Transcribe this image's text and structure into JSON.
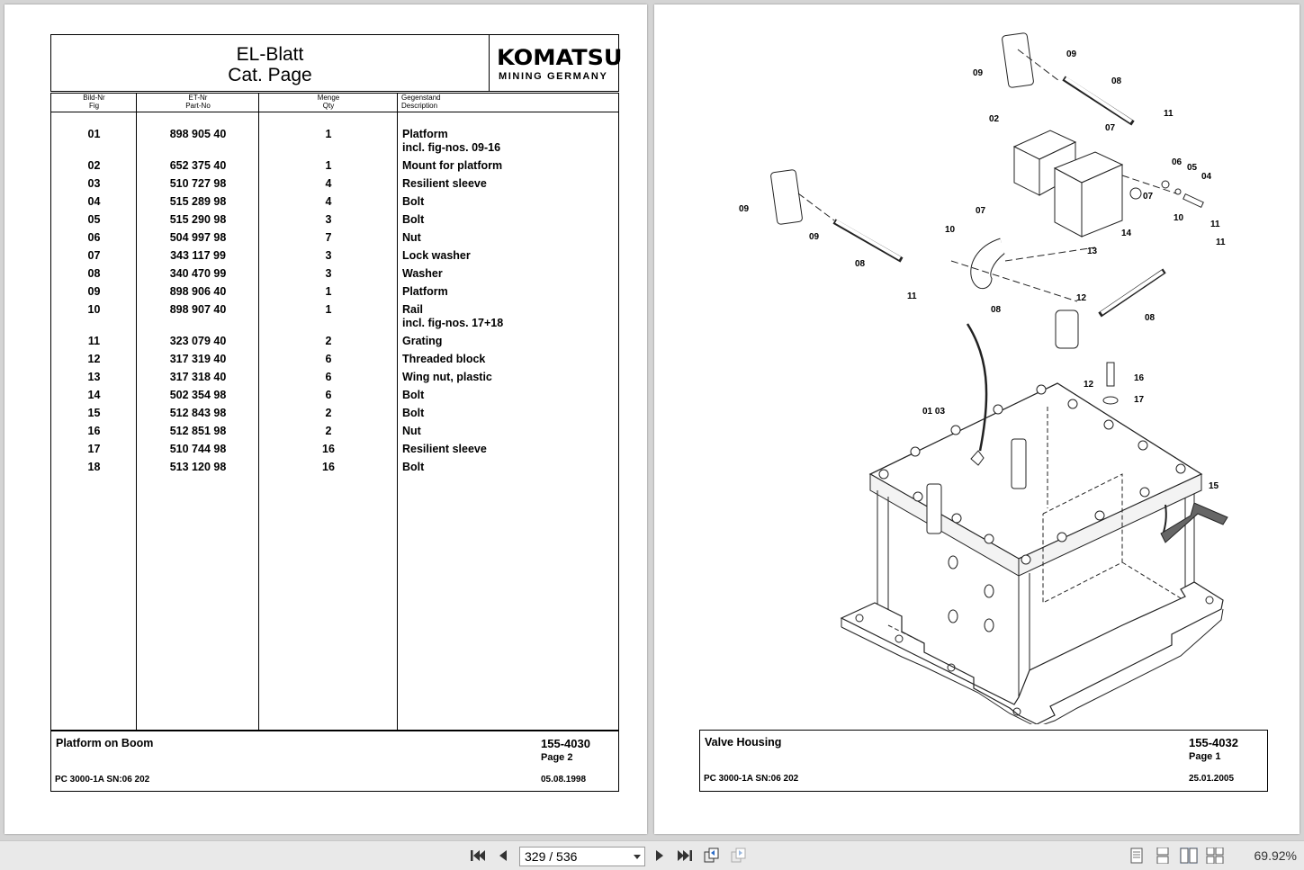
{
  "left_page": {
    "header": {
      "title_de": "EL-Blatt",
      "title_en": "Cat. Page",
      "brand": "KOMATSU",
      "brand_sub": "MINING GERMANY"
    },
    "columns": [
      {
        "de": "Bild-Nr",
        "en": "Fig"
      },
      {
        "de": "ET-Nr",
        "en": "Part-No"
      },
      {
        "de": "Menge",
        "en": "Qty"
      },
      {
        "de": "Gegenstand",
        "en": "Description"
      }
    ],
    "rows": [
      {
        "fig": "01",
        "part": "898 905 40",
        "qty": "1",
        "desc": "Platform",
        "desc2": "incl. fig-nos. 09-16"
      },
      {
        "fig": "02",
        "part": "652 375 40",
        "qty": "1",
        "desc": "Mount for platform"
      },
      {
        "fig": "03",
        "part": "510 727 98",
        "qty": "4",
        "desc": "Resilient sleeve"
      },
      {
        "fig": "04",
        "part": "515 289 98",
        "qty": "4",
        "desc": "Bolt"
      },
      {
        "fig": "05",
        "part": "515 290 98",
        "qty": "3",
        "desc": "Bolt"
      },
      {
        "fig": "06",
        "part": "504 997 98",
        "qty": "7",
        "desc": "Nut"
      },
      {
        "fig": "07",
        "part": "343 117 99",
        "qty": "3",
        "desc": "Lock washer"
      },
      {
        "fig": "08",
        "part": "340 470 99",
        "qty": "3",
        "desc": "Washer"
      },
      {
        "fig": "09",
        "part": "898 906 40",
        "qty": "1",
        "desc": "Platform"
      },
      {
        "fig": "10",
        "part": "898 907 40",
        "qty": "1",
        "desc": "Rail",
        "desc2": "incl. fig-nos. 17+18"
      },
      {
        "fig": "11",
        "part": "323 079 40",
        "qty": "2",
        "desc": "Grating"
      },
      {
        "fig": "12",
        "part": "317 319 40",
        "qty": "6",
        "desc": "Threaded block"
      },
      {
        "fig": "13",
        "part": "317 318 40",
        "qty": "6",
        "desc": "Wing nut, plastic"
      },
      {
        "fig": "14",
        "part": "502 354 98",
        "qty": "6",
        "desc": "Bolt"
      },
      {
        "fig": "15",
        "part": "512 843 98",
        "qty": "2",
        "desc": "Bolt"
      },
      {
        "fig": "16",
        "part": "512 851 98",
        "qty": "2",
        "desc": "Nut"
      },
      {
        "fig": "17",
        "part": "510 744 98",
        "qty": "16",
        "desc": "Resilient sleeve"
      },
      {
        "fig": "18",
        "part": "513 120 98",
        "qty": "16",
        "desc": "Bolt"
      }
    ],
    "footer": {
      "title": "Platform on Boom",
      "number": "155-4030",
      "page": "Page 2",
      "model": "PC 3000-1A SN:06 202",
      "date": "05.08.1998"
    }
  },
  "right_page": {
    "callouts": [
      "09",
      "09",
      "08",
      "11",
      "02",
      "07",
      "06",
      "05",
      "04",
      "07",
      "10",
      "14",
      "09",
      "09",
      "10",
      "11",
      "08",
      "11",
      "13",
      "11",
      "07",
      "08",
      "12",
      "08",
      "12",
      "16",
      "17",
      "01 03",
      "15"
    ],
    "footer": {
      "title": "Valve Housing",
      "number": "155-4032",
      "page": "Page 1",
      "model": "PC 3000-1A SN:06 202",
      "date": "25.01.2005"
    }
  },
  "toolbar": {
    "current_page": "329",
    "total_pages": "536",
    "page_display": "329 / 536",
    "zoom": "69.92%",
    "icons": [
      "first-page-icon",
      "prev-page-icon",
      "next-page-icon",
      "last-page-icon",
      "previous-view-icon",
      "next-view-icon",
      "single-page-icon",
      "continuous-icon",
      "two-page-icon",
      "two-page-continuous-icon"
    ]
  }
}
